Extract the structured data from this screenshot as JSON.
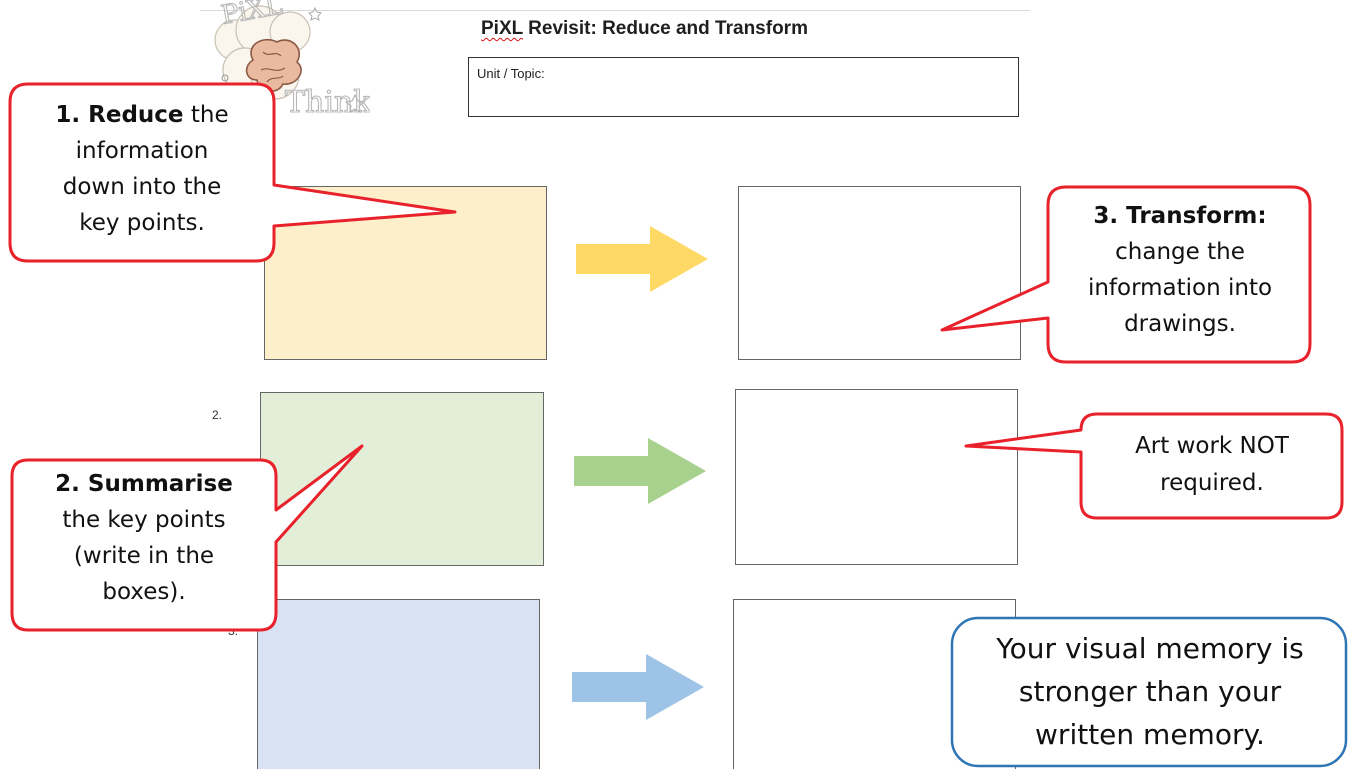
{
  "document": {
    "title_spellchecked_word": "PiXL",
    "title_rest": " Revisit: Reduce and Transform",
    "topic_label": "Unit / Topic:",
    "row_numbers": [
      "2.",
      "3."
    ]
  },
  "logo": {
    "top_text": "PiXL",
    "bottom_text": "Think"
  },
  "callouts": {
    "reduce": {
      "bold": "1. Reduce",
      "line1_rest": " the",
      "line2": "information",
      "line3": "down into the",
      "line4": "key points."
    },
    "summarise": {
      "bold": "2. Summarise",
      "line2": "the key points",
      "line3": "(write in the",
      "line4": "boxes)."
    },
    "transform": {
      "bold": "3. Transform:",
      "line2": "change the",
      "line3": "information into",
      "line4": "drawings."
    },
    "artwork": {
      "line1": "Art work NOT",
      "line2": "required."
    },
    "memory": {
      "line1": "Your visual memory is",
      "line2": "stronger than your",
      "line3": "written memory."
    }
  },
  "colors": {
    "arrow_yellow": "#ffd966",
    "arrow_green": "#a9d18e",
    "arrow_blue": "#9dc3e6",
    "callout_red": "#e8212b",
    "callout_blue": "#2e75b6"
  }
}
